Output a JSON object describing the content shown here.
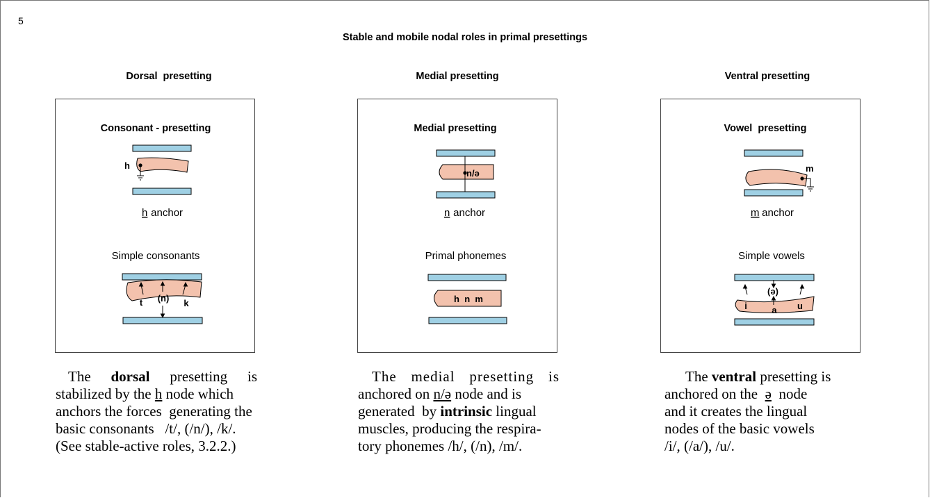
{
  "page_number": "5",
  "title": "Stable and mobile nodal roles in primal presettings",
  "columns": [
    {
      "heading": "Dorsal  presetting",
      "panel_title": "Consonant - presetting",
      "node_label": "h",
      "anchor_letter": "h",
      "anchor_word": " anchor",
      "lower_title": "Simple consonants",
      "phonemes": [
        "t",
        "(n)",
        "k"
      ],
      "desc": {
        "l1a": "The",
        "l1b": "dorsal",
        "l1c": "presetting",
        "l1d": "is",
        "l2a": "stabilized by the ",
        "l2b": "h",
        "l2c": " node which",
        "l3": "anchors the forces  generating the",
        "l4": "basic consonants   /t/, (/n/), /k/.",
        "l5": "(See stable-active roles, 3.2.2.)"
      }
    },
    {
      "heading": "Medial presetting",
      "panel_title": "Medial presetting",
      "node_label": "n/ə",
      "anchor_letter": "n",
      "anchor_word": " anchor",
      "lower_title": "Primal phonemes",
      "phonemes": [
        "h  n  m"
      ],
      "desc": {
        "l1": "The medial presetting is",
        "l2a": "anchored on ",
        "l2b": "n/ə",
        "l2c": " node and is",
        "l3a": "generated  by ",
        "l3b": "intrinsic",
        "l3c": " lingual",
        "l4": "muscles, producing the respira-",
        "l5": "tory phonemes /h/, (/n), /m/."
      }
    },
    {
      "heading": "Ventral presetting",
      "panel_title": "Vowel  presetting",
      "node_label": "m",
      "anchor_letter": "m",
      "anchor_word": " anchor",
      "lower_title": "Simple vowels",
      "phonemes": [
        "i",
        "(ə)",
        "a",
        "u"
      ],
      "desc": {
        "l1a": "The ",
        "l1b": "ventral",
        "l1c": " presetting is",
        "l2a": "anchored on the  ",
        "l2b": "ə",
        "l2c": "  node",
        "l3": "and it creates the lingual",
        "l4": "nodes of the basic vowels",
        "l5": "/i/, (/a/), /u/."
      }
    }
  ],
  "colors": {
    "bar_fill": "#9fd0e4",
    "tongue_fill": "#f3c2ad",
    "stroke": "#000000"
  }
}
